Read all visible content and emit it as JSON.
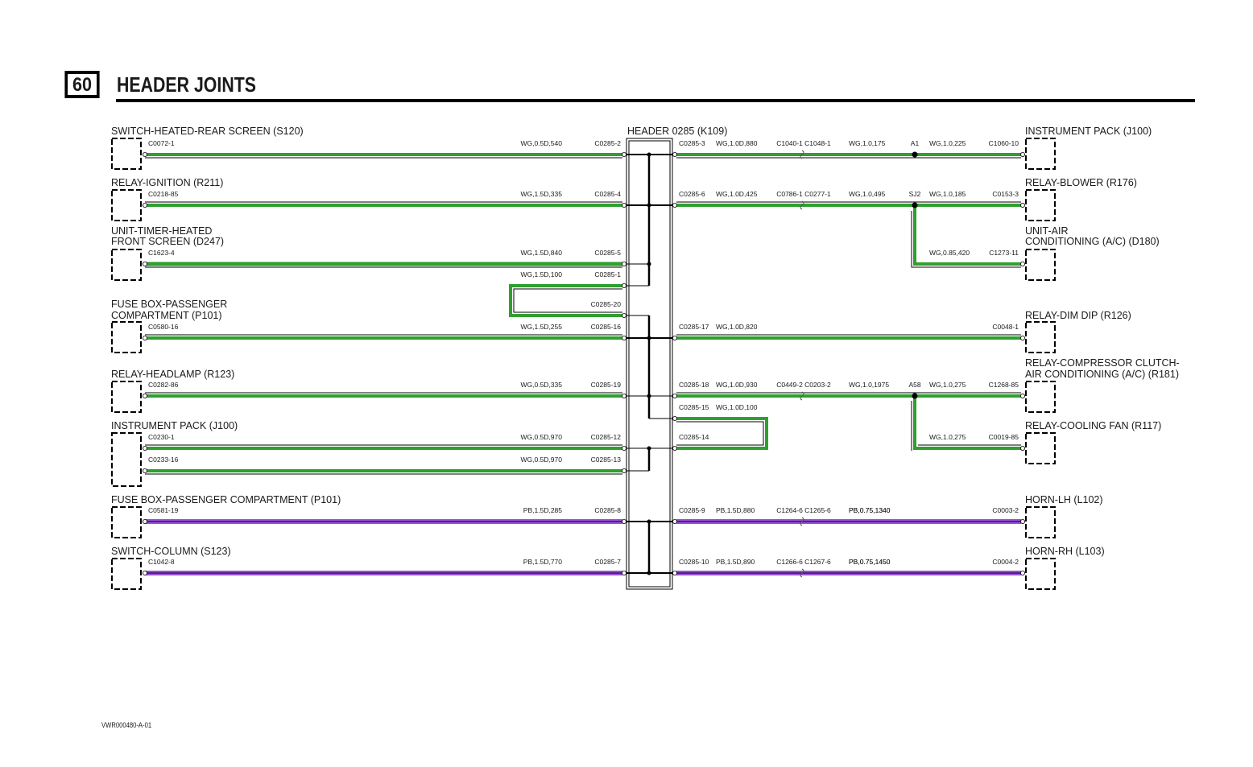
{
  "page": {
    "number": "60",
    "title": "HEADER JOINTS",
    "footer_code": "VWR000480-A-01"
  },
  "colors": {
    "green_wire": "#2ea02e",
    "purple_wire": "#9b4fe0",
    "ink": "#000000"
  },
  "header": {
    "label": "HEADER 0285 (K109)"
  },
  "left_components": [
    {
      "id": "s120",
      "lines": [
        "SWITCH-HEATED-REAR SCREEN (S120)"
      ]
    },
    {
      "id": "r211",
      "lines": [
        "RELAY-IGNITION (R211)"
      ]
    },
    {
      "id": "d247",
      "lines": [
        "UNIT-TIMER-HEATED",
        "FRONT SCREEN (D247)"
      ]
    },
    {
      "id": "p101a",
      "lines": [
        "FUSE BOX-PASSENGER",
        "COMPARTMENT (P101)"
      ]
    },
    {
      "id": "r123",
      "lines": [
        "RELAY-HEADLAMP (R123)"
      ]
    },
    {
      "id": "j100a",
      "lines": [
        "INSTRUMENT PACK (J100)"
      ]
    },
    {
      "id": "p101b",
      "lines": [
        "FUSE BOX-PASSENGER COMPARTMENT (P101)"
      ]
    },
    {
      "id": "s123",
      "lines": [
        "SWITCH-COLUMN (S123)"
      ]
    }
  ],
  "right_components": [
    {
      "id": "j100b",
      "lines": [
        "INSTRUMENT PACK (J100)"
      ]
    },
    {
      "id": "r176",
      "lines": [
        "RELAY-BLOWER (R176)"
      ]
    },
    {
      "id": "d180",
      "lines": [
        "UNIT-AIR",
        "CONDITIONING (A/C) (D180)"
      ]
    },
    {
      "id": "r126",
      "lines": [
        "RELAY-DIM DIP (R126)"
      ]
    },
    {
      "id": "r181",
      "lines": [
        "RELAY-COMPRESSOR CLUTCH-",
        "AIR CONDITIONING (A/C) (R181)"
      ]
    },
    {
      "id": "r117",
      "lines": [
        "RELAY-COOLING FAN (R117)"
      ]
    },
    {
      "id": "l102",
      "lines": [
        "HORN-LH (L102)"
      ]
    },
    {
      "id": "l103",
      "lines": [
        "HORN-RH (L103)"
      ]
    }
  ],
  "left_wires": [
    {
      "comp_pin": "C0072-1",
      "wire": "WG,0.5D,540",
      "header_pin": "C0285-2",
      "color": "green"
    },
    {
      "comp_pin": "C0218-85",
      "wire": "WG,1.5D,335",
      "header_pin": "C0285-4",
      "color": "green"
    },
    {
      "comp_pin": "C1623-4",
      "wire": "WG,1.5D,840",
      "header_pin": "C0285-5",
      "color": "green"
    },
    {
      "comp_pin": "",
      "wire": "WG,1.5D,100",
      "header_pin": "C0285-1",
      "color": "green",
      "loop": true
    },
    {
      "comp_pin": "",
      "wire": "",
      "header_pin": "C0285-20",
      "color": "green",
      "loop": true
    },
    {
      "comp_pin": "C0580-16",
      "wire": "WG,1.5D,255",
      "header_pin": "C0285-16",
      "color": "green"
    },
    {
      "comp_pin": "C0282-86",
      "wire": "WG,0.5D,335",
      "header_pin": "C0285-19",
      "color": "green"
    },
    {
      "comp_pin": "C0230-1",
      "wire": "WG,0.5D,970",
      "header_pin": "C0285-12",
      "color": "green"
    },
    {
      "comp_pin": "C0233-16",
      "wire": "WG,0.5D,970",
      "header_pin": "C0285-13",
      "color": "green"
    },
    {
      "comp_pin": "C0581-19",
      "wire": "PB,1.5D,285",
      "header_pin": "C0285-8",
      "color": "purple"
    },
    {
      "comp_pin": "C1042-8",
      "wire": "PB,1.5D,770",
      "header_pin": "C0285-7",
      "color": "purple"
    }
  ],
  "right_wires": [
    {
      "header_pin": "C0285-3",
      "wire1": "WG,1.0D,880",
      "inline": "C1040-1 C1048-1",
      "wire2": "WG,1.0,175",
      "splice": "A1",
      "wire3": "WG,1.0,225",
      "comp_pin": "C1060-10"
    },
    {
      "header_pin": "C0285-6",
      "wire1": "WG,1.0D,425",
      "inline": "C0786-1 C0277-1",
      "wire2": "WG,1.0,495",
      "splice": "SJ2",
      "wire3": "WG,1.0,185",
      "comp_pin": "C0153-3"
    },
    {
      "branch_wire": "WG,0.85,420",
      "comp_pin": "C1273-11"
    },
    {
      "header_pin": "C0285-17",
      "wire1": "WG,1.0D,820",
      "comp_pin": "C0048-1"
    },
    {
      "header_pin": "C0285-18",
      "wire1": "WG,1.0D,930",
      "inline": "C0449-2 C0203-2",
      "wire2": "WG,1.0,1975",
      "splice": "A58",
      "wire3": "WG,1.0,275",
      "comp_pin": "C1268-85"
    },
    {
      "header_pin": "C0285-15",
      "wire1": "WG,1.0D,100",
      "loop": true
    },
    {
      "header_pin": "C0285-14",
      "loop": true
    },
    {
      "branch_wire": "WG,1.0,275",
      "comp_pin": "C0019-85"
    },
    {
      "header_pin": "C0285-9",
      "wire1": "PB,1.5D,880",
      "inline": "C1264-6 C1265-6",
      "wire2": "PB,0.75,1340",
      "comp_pin": "C0003-2"
    },
    {
      "header_pin": "C0285-10",
      "wire1": "PB,1.5D,890",
      "inline": "C1266-6 C1267-6",
      "wire2": "PB,0.75,1450",
      "comp_pin": "C0004-2"
    }
  ]
}
